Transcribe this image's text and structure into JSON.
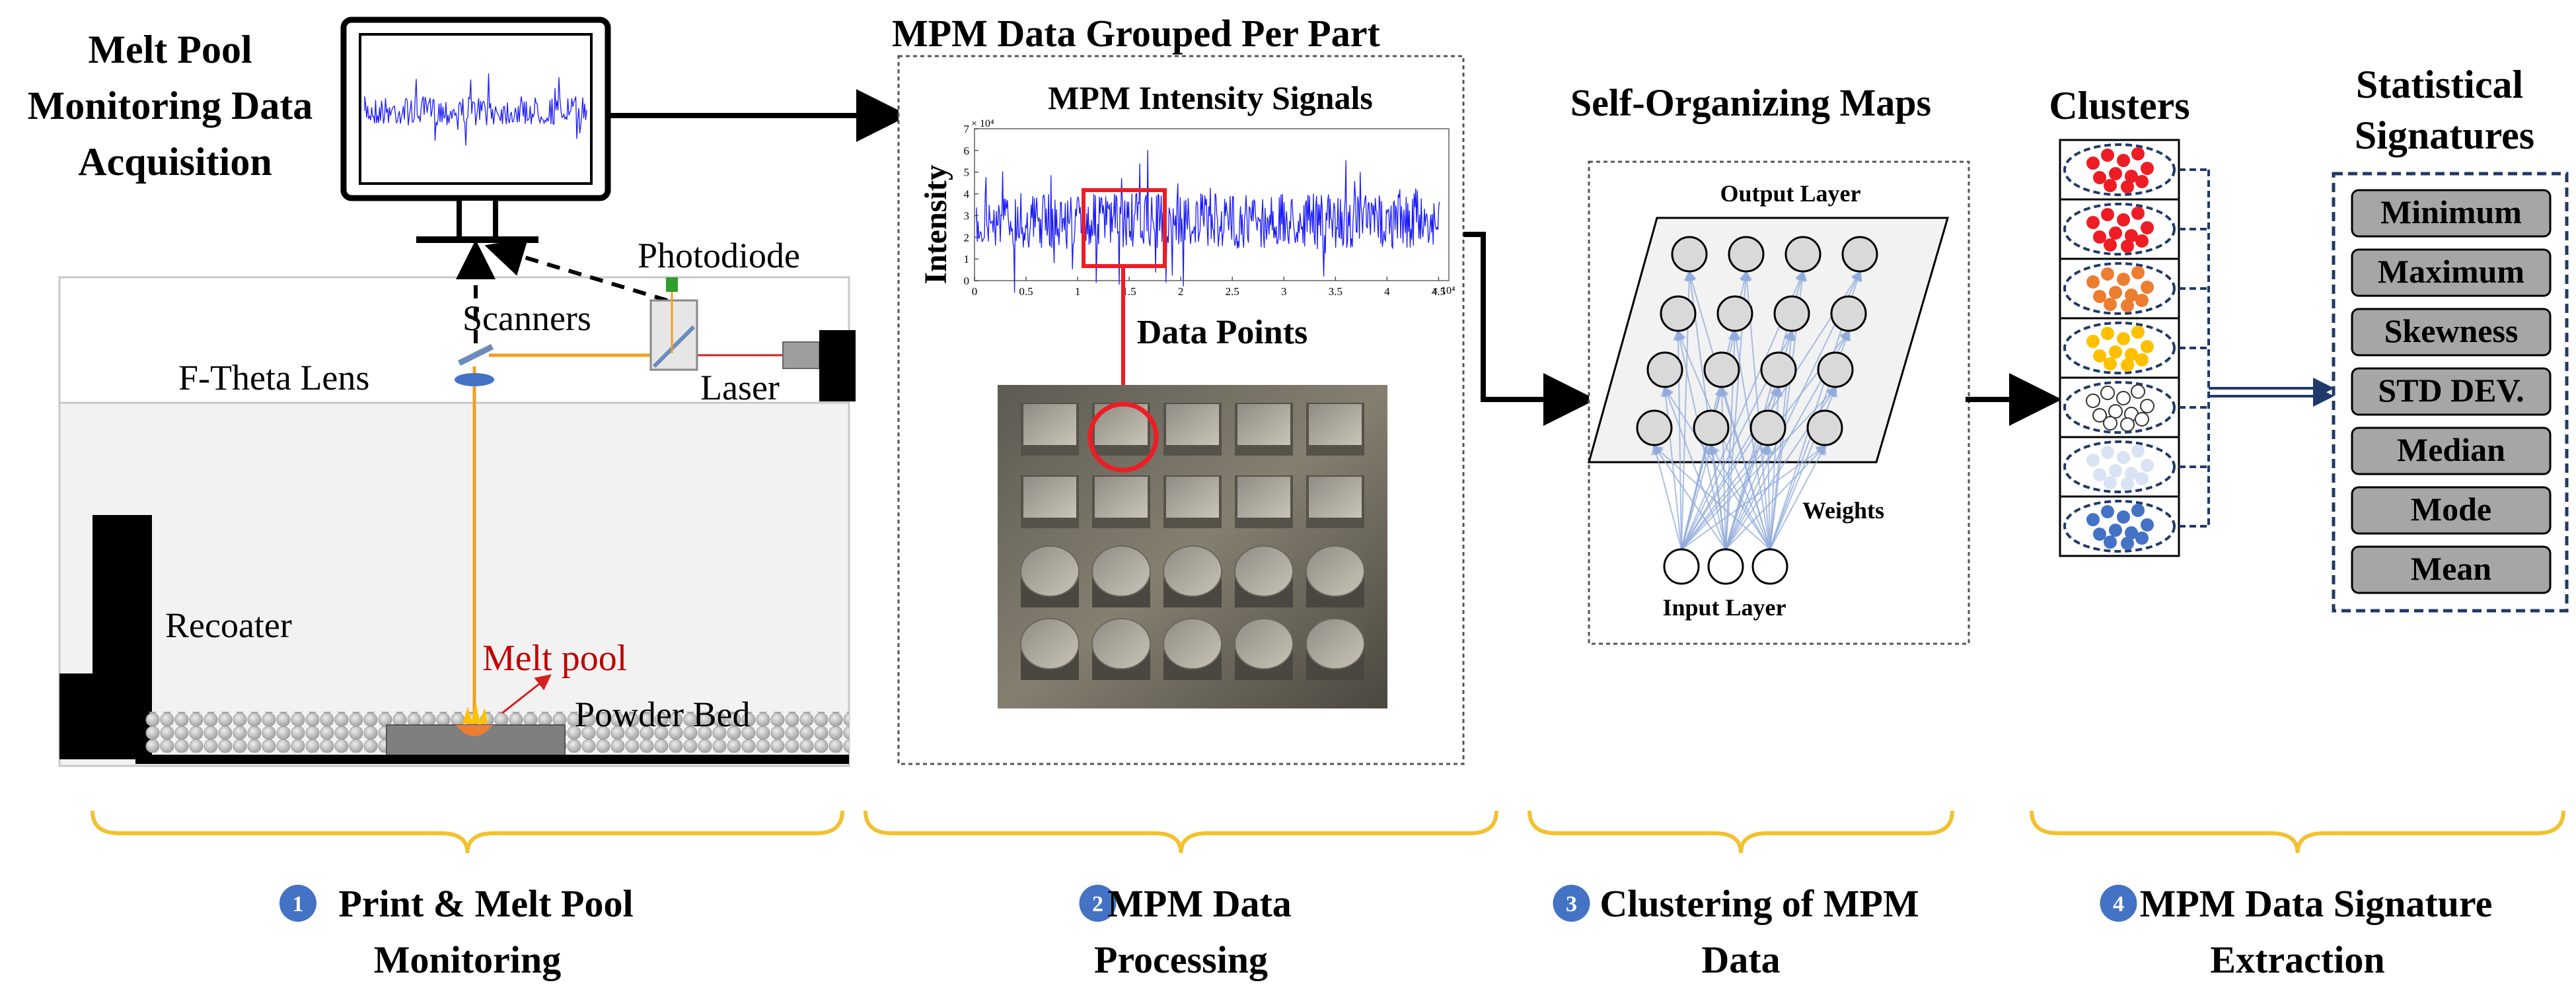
{
  "colors": {
    "signal": "#1a1aff",
    "brace": "#f2c12e",
    "step_badge": "#4472c4",
    "navy": "#1f3a68",
    "laser": "#f0a020",
    "melt": "#d42020",
    "stat_box": "#a6a6a6",
    "clusters": [
      "#ee1c24",
      "#ee1c24",
      "#ed7d31",
      "#ffc000",
      "#ffffff",
      "#dae3f3",
      "#4472c4"
    ]
  },
  "section1": {
    "title_lines": [
      "Melt Pool",
      "Monitoring Data",
      "Acquisition"
    ],
    "labels": {
      "photodiode": "Photodiode",
      "scanners": "Scanners",
      "ftheta": "F-Theta Lens",
      "laser": "Laser",
      "recoater": "Recoater",
      "meltpool": "Melt pool",
      "powderbed": "Powder Bed"
    }
  },
  "section2": {
    "title": "MPM Data Grouped Per Part",
    "plot": {
      "title": "MPM Intensity Signals",
      "ylabel": "Intensity",
      "xlabel": "Data Points",
      "y_exponent": "× 10⁴",
      "x_exponent": "× 10⁴",
      "yticks": [
        "0",
        "1",
        "2",
        "3",
        "4",
        "5",
        "6",
        "7"
      ],
      "xticks": [
        "0",
        "0.5",
        "1",
        "1.5",
        "2",
        "2.5",
        "3",
        "3.5",
        "4",
        "4.5"
      ]
    }
  },
  "section3": {
    "title": "Self-Organizing Maps",
    "output_layer": "Output Layer",
    "weights": "Weights",
    "input_layer": "Input Layer"
  },
  "section4": {
    "clusters_title": "Clusters",
    "stats_title_lines": [
      "Statistical",
      "Signatures"
    ],
    "stats": [
      "Minimum",
      "Maximum",
      "Skewness",
      "STD DEV.",
      "Median",
      "Mode",
      "Mean"
    ]
  },
  "steps": [
    {
      "number": "1",
      "lines": [
        "Print & Melt Pool",
        "Monitoring"
      ]
    },
    {
      "number": "2",
      "lines": [
        "MPM Data",
        "Processing"
      ]
    },
    {
      "number": "3",
      "lines": [
        "Clustering of MPM",
        "Data"
      ]
    },
    {
      "number": "4",
      "lines": [
        "MPM Data Signature",
        "Extraction"
      ]
    }
  ]
}
